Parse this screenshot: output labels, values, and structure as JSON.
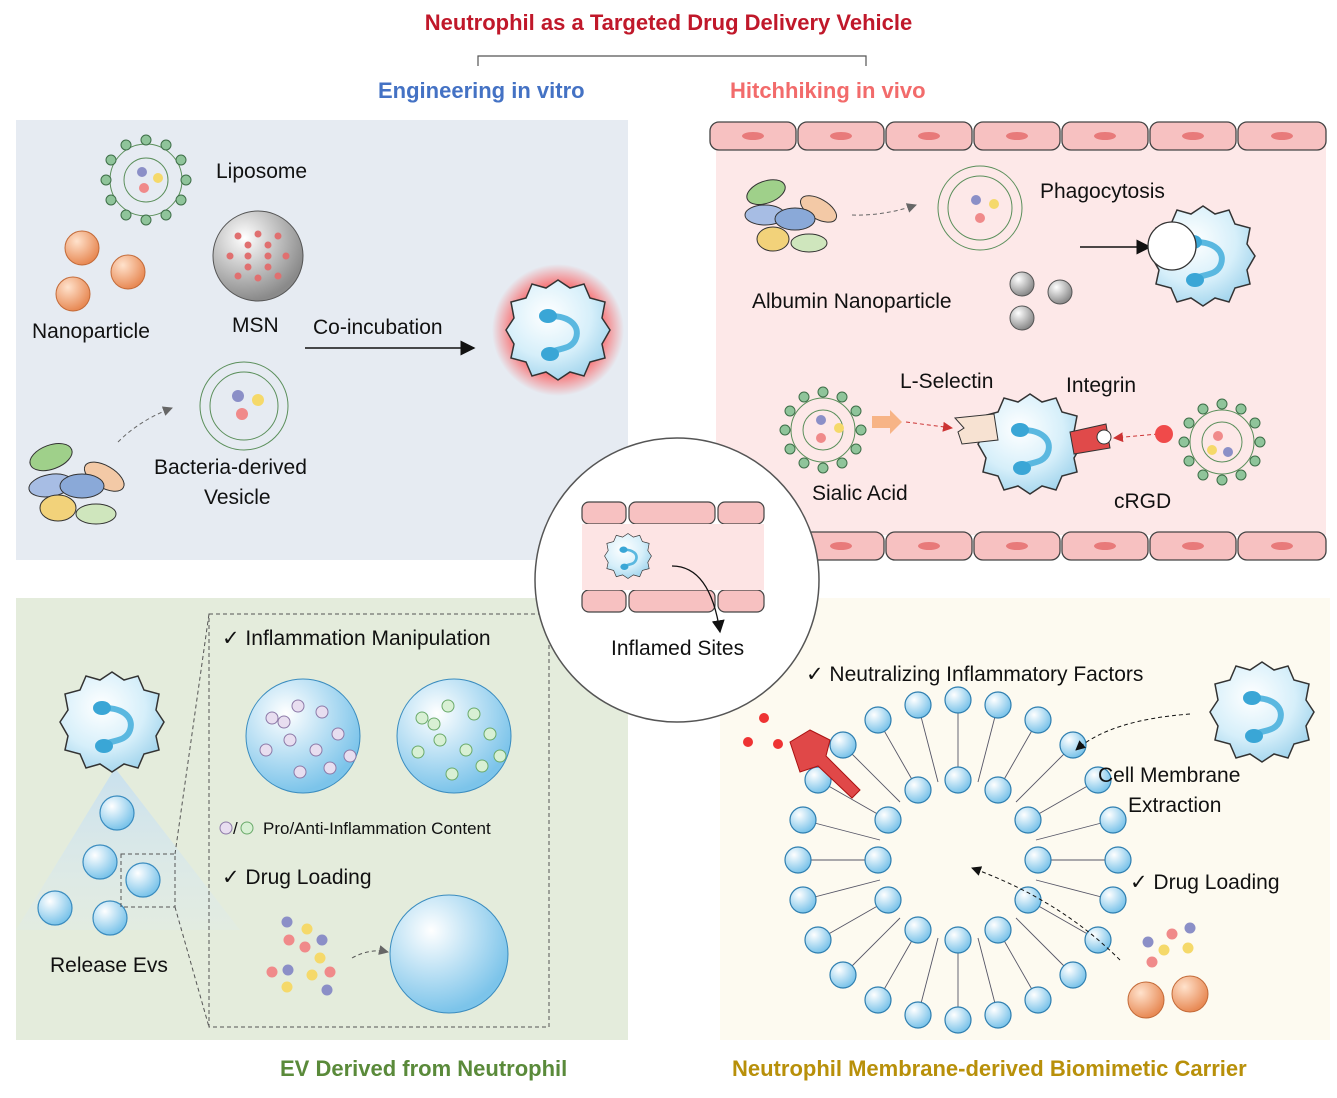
{
  "title": "Neutrophil as a Targeted Drug Delivery Vehicle",
  "sections": {
    "engineering": "Engineering in vitro",
    "hitchhiking": "Hitchhiking in vivo",
    "ev": "EV Derived from Neutrophil",
    "membrane": "Neutrophil Membrane-derived Biomimetic Carrier"
  },
  "engineering": {
    "liposome": "Liposome",
    "nanoparticle": "Nanoparticle",
    "msn": "MSN",
    "coincubation": "Co-incubation",
    "bacteria_line1": "Bacteria-derived",
    "bacteria_line2": "Vesicle"
  },
  "hitchhiking": {
    "phagocytosis": "Phagocytosis",
    "albumin": "Albumin Nanoparticle",
    "lselectin": "L-Selectin",
    "integrin": "Integrin",
    "sialic": "Sialic Acid",
    "crgd": "cRGD"
  },
  "center": {
    "inflamed": "Inflamed Sites"
  },
  "ev": {
    "inflammation": "✓ Inflammation Manipulation",
    "content_sep": "/",
    "content": "Pro/Anti-Inflammation Content",
    "drug": "✓ Drug Loading",
    "release": "Release Evs"
  },
  "membrane": {
    "neutralizing": "✓ Neutralizing Inflammatory Factors",
    "extraction_line1": "Cell Membrane",
    "extraction_line2": "Extraction",
    "drug": "✓ Drug Loading"
  },
  "colors": {
    "title": "#c0182a",
    "engineering": "#4472c4",
    "hitchhiking": "#f26b6b",
    "ev": "#5a8a3a",
    "membrane": "#b8900a",
    "panel_blue": "#e6ebf2",
    "panel_pink": "#fde8e8",
    "panel_green": "#e4ecdc",
    "panel_yellow": "#fdfaf0"
  }
}
